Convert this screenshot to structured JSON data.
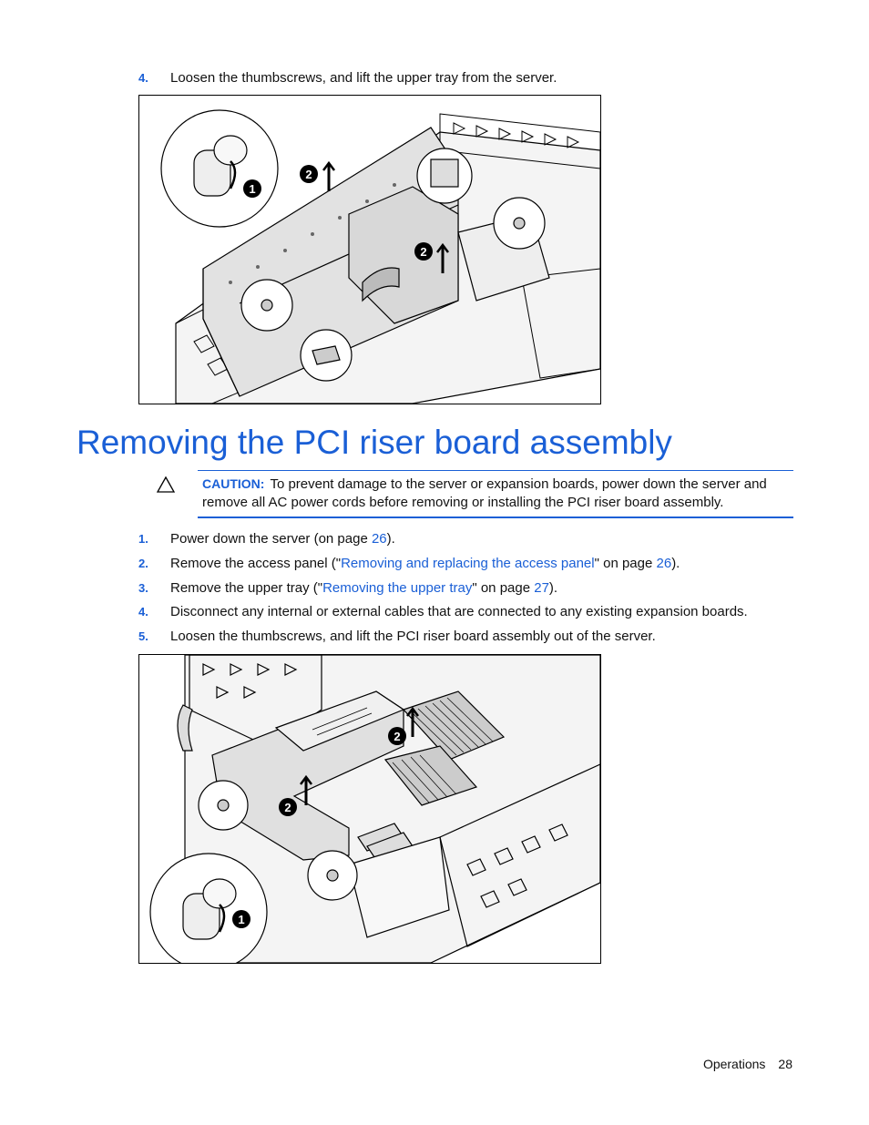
{
  "step_top": {
    "number": "4.",
    "text": "Loosen the thumbscrews, and lift the upper tray from the server."
  },
  "figure_top": {
    "alt": "Illustration: loosening thumbscrews and lifting the upper tray",
    "callout_1": "1",
    "callout_2": "2"
  },
  "section": {
    "title": "Removing the PCI riser board assembly"
  },
  "caution": {
    "label": "CAUTION:",
    "text": "To prevent damage to the server or expansion boards, power down the server and remove all AC power cords before removing or installing the PCI riser board assembly."
  },
  "steps": [
    {
      "number": "1.",
      "pre": "Power down the server (on page ",
      "page": "26",
      "post": ")."
    },
    {
      "number": "2.",
      "pre": "Remove the access panel (\"",
      "link": "Removing and replacing the access panel",
      "mid": "\" on page ",
      "page": "26",
      "post": ")."
    },
    {
      "number": "3.",
      "pre": "Remove the upper tray (\"",
      "link": "Removing the upper tray",
      "mid": "\" on page ",
      "page": "27",
      "post": ")."
    },
    {
      "number": "4.",
      "text": "Disconnect any internal or external cables that are connected to any existing expansion boards."
    },
    {
      "number": "5.",
      "text": "Loosen the thumbscrews, and lift the PCI riser board assembly out of the server."
    }
  ],
  "figure_bottom": {
    "alt": "Illustration: loosening thumbscrews and lifting the PCI riser board assembly",
    "callout_1": "1",
    "callout_2": "2"
  },
  "footer": {
    "section": "Operations",
    "page": "28"
  }
}
